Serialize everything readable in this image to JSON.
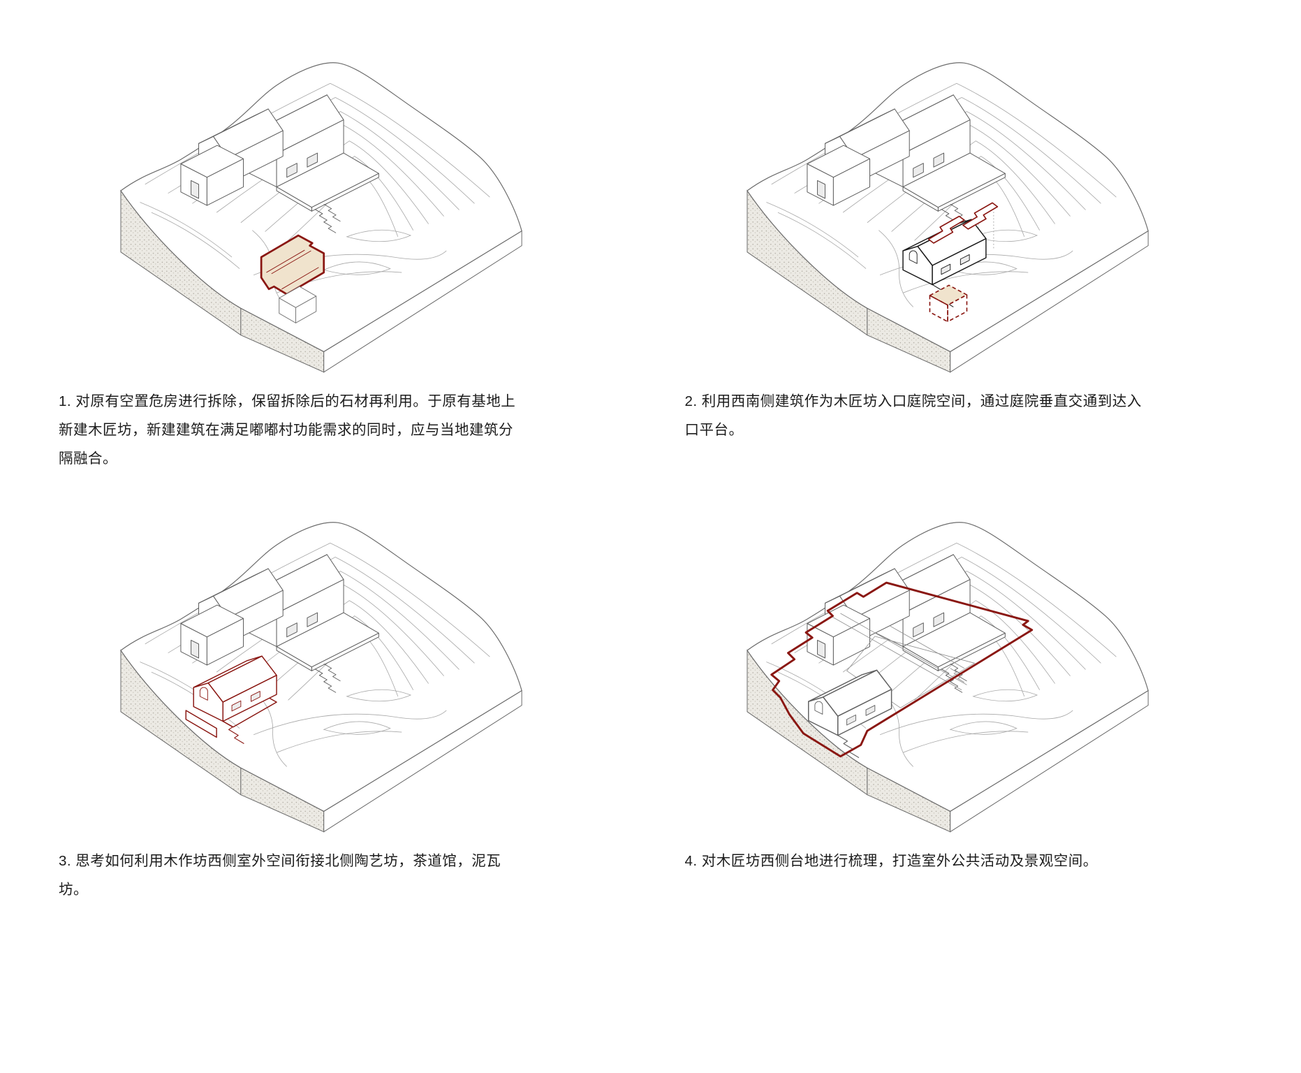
{
  "page": {
    "background": "#ffffff",
    "type": "architectural-concept-diagram-sheet",
    "panel_count": 4
  },
  "colors": {
    "accent_red": "#8a1712",
    "highlight_tan": "#f0e3cd",
    "line_grey": "#5f5f5f",
    "contour_grey": "#a0a0a0",
    "cliff_grey": "#eceae4",
    "new_building_black": "#1a1a1a"
  },
  "panels": [
    {
      "id": "panel-1",
      "number": "1",
      "caption": "1. 对原有空置危房进行拆除，保留拆除后的石材再利用。于原有基地上新建木匠坊，新建建筑在满足嘟嘟村功能需求的同时，应与当地建筑分隔融合。",
      "highlight": "red-outlined footprint of building to demolish, tan fill, small white cube"
    },
    {
      "id": "panel-2",
      "number": "2",
      "caption": "2. 利用西南侧建筑作为木匠坊入口庭院空间，通过庭院垂直交通到达入口平台。",
      "highlight": "new black workshop building, red entry ramps, red dashed courtyard cube"
    },
    {
      "id": "panel-3",
      "number": "3",
      "caption": "3. 思考如何利用木作坊西侧室外空间衔接北侧陶艺坊，茶道馆，泥瓦坊。",
      "highlight": "workshop building outlined in red"
    },
    {
      "id": "panel-4",
      "number": "4",
      "caption": "4. 对木匠坊西侧台地进行梳理，打造室外公共活动及景观空间。",
      "highlight": "large red boundary around western terraces and outdoor public space"
    }
  ]
}
